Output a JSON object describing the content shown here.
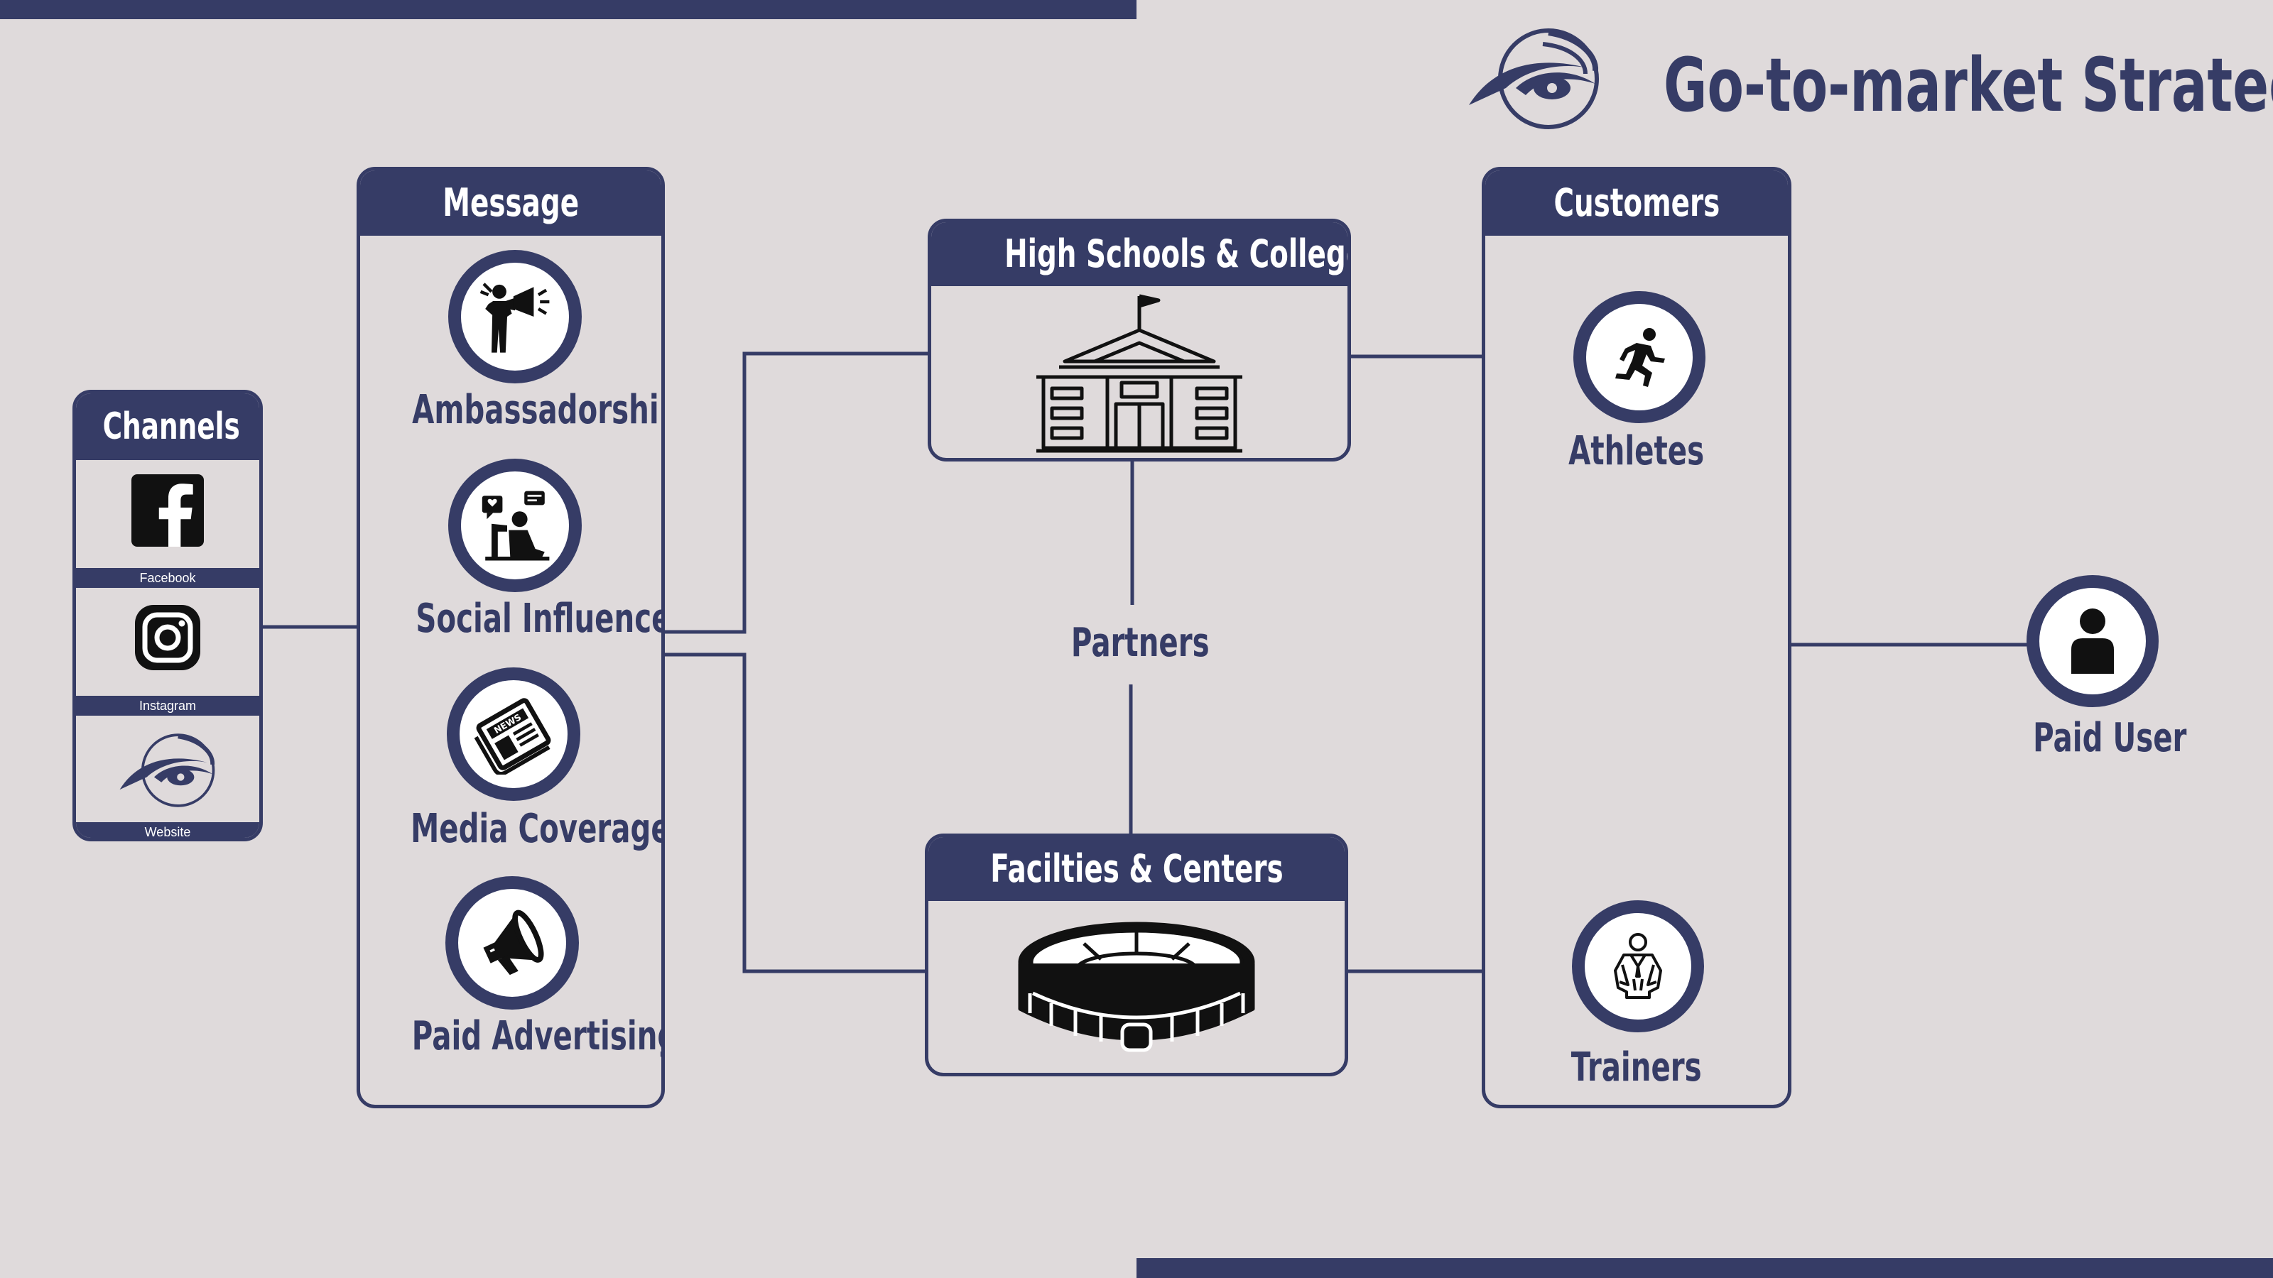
{
  "title": "Go-to-market Strategy",
  "colors": {
    "accent": "#363c66",
    "background": "#dfdadb",
    "icon_fill": "#ffffff"
  },
  "channels": {
    "heading": "Channels",
    "items": [
      {
        "label": "Facebook",
        "icon": "facebook-icon"
      },
      {
        "label": "Instagram",
        "icon": "instagram-icon"
      },
      {
        "label": "Website",
        "icon": "eye-logo-icon"
      }
    ]
  },
  "message": {
    "heading": "Message",
    "items": [
      {
        "label": "Ambassadorship",
        "icon": "megaphone-person-icon"
      },
      {
        "label": "Social Influencers",
        "icon": "influencer-icon"
      },
      {
        "label": "Media Coverage",
        "icon": "newspaper-icon"
      },
      {
        "label": "Paid Advertising",
        "icon": "megaphone-icon"
      }
    ]
  },
  "partners": {
    "label": "Partners",
    "high_schools": {
      "heading": "High Schools & Colleges",
      "icon": "school-building-icon"
    },
    "facilities": {
      "heading": "Facilties & Centers",
      "icon": "stadium-icon"
    }
  },
  "customers": {
    "heading": "Customers",
    "items": [
      {
        "label": "Athletes",
        "icon": "running-person-icon"
      },
      {
        "label": "Trainers",
        "icon": "trainer-icon"
      }
    ]
  },
  "paid_user": {
    "label": "Paid User",
    "icon": "user-icon"
  }
}
